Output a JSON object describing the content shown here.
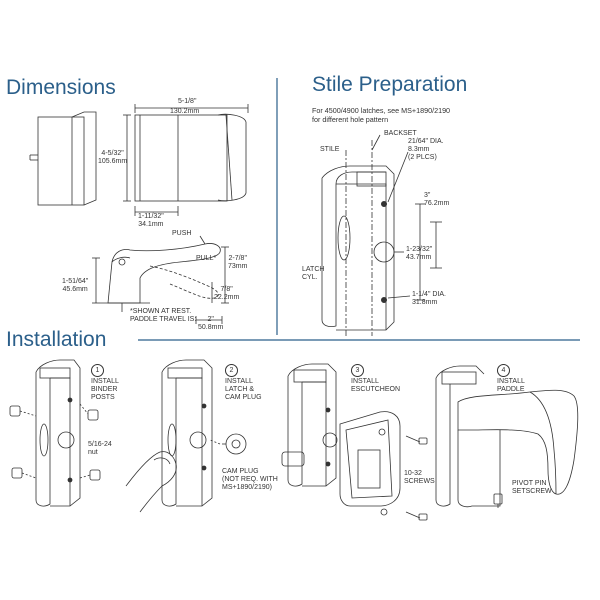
{
  "headings": {
    "dimensions": "Dimensions",
    "stile_preparation": "Stile Preparation",
    "installation": "Installation"
  },
  "dimensions": {
    "width": "5-1/8\"",
    "width_mm": "130.2mm",
    "height": "4-5/32\"",
    "height_mm": "105.6mm",
    "depth": "1-11/32\"",
    "depth_mm": "34.1mm",
    "push": "PUSH",
    "pull": "PULL*",
    "paddle_height": "2-7/8\"",
    "paddle_height_mm": "73mm",
    "base_height": "1-51/64\"",
    "base_height_mm": "45.6mm",
    "paddle_drop": "7/8\"",
    "paddle_drop_mm": "22.2mm",
    "travel_note_1": "*SHOWN AT REST.",
    "travel_note_2": "PADDLE TRAVEL IS:",
    "travel": "2\"",
    "travel_mm": "50.8mm"
  },
  "stile": {
    "note_1": "For 4500/4900 latches, see MS+1890/2190",
    "note_2": "for different hole pattern",
    "backset": "BACKSET",
    "stile_cl": "STILE",
    "small_hole": "21/64\" DIA.",
    "small_hole_mm": "8.3mm",
    "plcs": "(2 PLCS)",
    "spacing": "3\"",
    "spacing_mm": "76.2mm",
    "center": "1-23/32\"",
    "center_mm": "43.7mm",
    "latch_cyl_1": "LATCH",
    "latch_cyl_2": "CYL.",
    "large_hole": "1-1/4\" DIA.",
    "large_hole_mm": "31.8mm"
  },
  "installation": {
    "steps": [
      {
        "num": "1",
        "lines": [
          "INSTALL",
          "BINDER",
          "POSTS"
        ]
      },
      {
        "num": "2",
        "lines": [
          "INSTALL",
          "LATCH &",
          "CAM PLUG"
        ]
      },
      {
        "num": "3",
        "lines": [
          "INSTALL",
          "ESCUTCHEON"
        ]
      },
      {
        "num": "4",
        "lines": [
          "INSTALL",
          "PADDLE"
        ]
      }
    ],
    "nut_1": "5/16-24",
    "nut_2": "nut",
    "cam_plug_1": "CAM PLUG",
    "cam_plug_2": "(NOT REQ. WITH",
    "cam_plug_3": "MS+1890/2190)",
    "screws_1": "10-32",
    "screws_2": "SCREWS",
    "pivot_1": "PIVOT PIN",
    "pivot_2": "SETSCREW"
  },
  "colors": {
    "heading": "#2b5f8a",
    "line": "#333333",
    "divider": "#2b5f8a"
  }
}
